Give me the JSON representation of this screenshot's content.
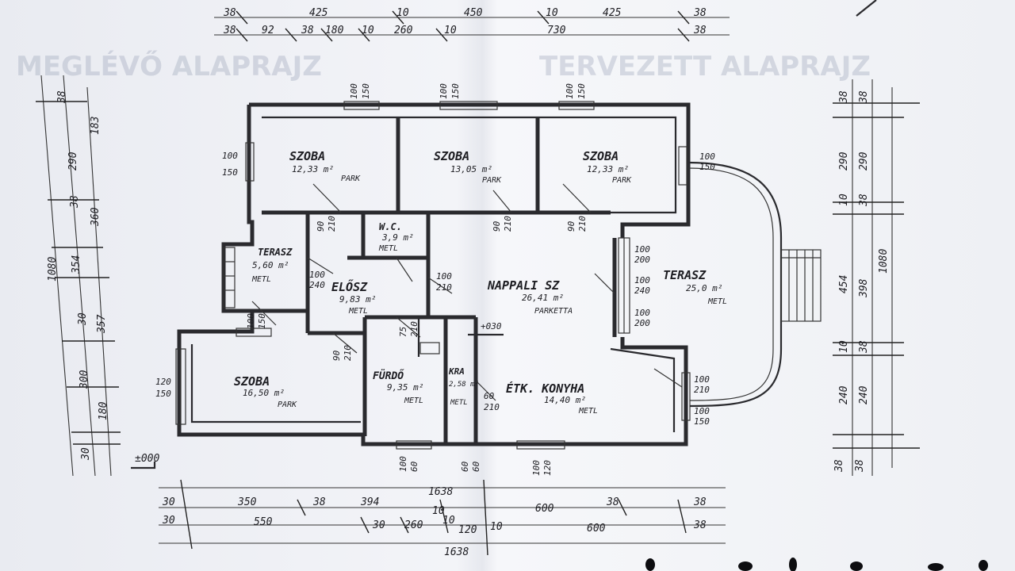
{
  "rooms": [
    {
      "id": "szoba-1",
      "name": "SZOBA",
      "area": "12,33 m²",
      "floor": "PARK"
    },
    {
      "id": "szoba-2",
      "name": "SZOBA",
      "area": "13,05 m²",
      "floor": "PARK"
    },
    {
      "id": "szoba-3",
      "name": "SZOBA",
      "area": "12,33 m²",
      "floor": "PARK"
    },
    {
      "id": "wc",
      "name": "W.C.",
      "area": "3,9 m²",
      "floor": "METL"
    },
    {
      "id": "terasz-small",
      "name": "TERASZ",
      "area": "5,60 m²",
      "floor": "METL"
    },
    {
      "id": "eloszoba",
      "name": "ELŐSZ",
      "area": "9,83 m²",
      "floor": "METL"
    },
    {
      "id": "nappali",
      "name": "NAPPALI SZ",
      "area": "26,41 m²",
      "floor": "PARKETTA"
    },
    {
      "id": "terasz-large",
      "name": "TERASZ",
      "area": "25,0 m²",
      "floor": "METL"
    },
    {
      "id": "szoba-4",
      "name": "SZOBA",
      "area": "16,50 m²",
      "floor": "PARK"
    },
    {
      "id": "furdo",
      "name": "FÜRDŐ",
      "area": "9,35 m²",
      "floor": "METL"
    },
    {
      "id": "kamra",
      "name": "KRA",
      "area": "2,58 m²",
      "floor": "METL"
    },
    {
      "id": "konyha",
      "name": "ÉTK. KONYHA",
      "area": "14,40 m²",
      "floor": "METL"
    }
  ],
  "dims": {
    "top1": [
      "38",
      "425",
      "10",
      "450",
      "10",
      "425",
      "38"
    ],
    "top2": [
      "38",
      "92",
      "38",
      "180",
      "10",
      "260",
      "10",
      "730",
      "38"
    ],
    "bottom1": [
      "30",
      "350",
      "38",
      "394",
      "10",
      "600",
      "38",
      "38"
    ],
    "bottom_total": "1638",
    "bottom2": [
      "30",
      "550",
      "30",
      "260",
      "10",
      "120",
      "10",
      "600",
      "38"
    ],
    "left": [
      "1080",
      "38",
      "290",
      "183",
      "38",
      "360",
      "354",
      "30",
      "357",
      "300",
      "180",
      "30"
    ],
    "right": [
      "38",
      "38",
      "290",
      "290",
      "10",
      "38",
      "454",
      "398",
      "1080",
      "10",
      "38",
      "240",
      "240",
      "38",
      "38"
    ]
  },
  "openings": [
    "100",
    "150",
    "100",
    "150",
    "100",
    "150",
    "100",
    "150",
    "100",
    "150",
    "90",
    "210",
    "90",
    "210",
    "90",
    "210",
    "100",
    "200",
    "100",
    "240",
    "100",
    "200",
    "100",
    "210",
    "100",
    "150",
    "100",
    "240",
    "120",
    "150",
    "90",
    "210",
    "75",
    "210",
    "100",
    "150",
    "100",
    "210",
    "100",
    "60",
    "60",
    "60",
    "100",
    "120",
    "60",
    "210"
  ],
  "levels": {
    "ground": "±000",
    "floor": "+030"
  },
  "ghost_text": [
    "MEGLÉVŐ ALAPRAJZ",
    "TERVEZETT ALAPRAJZ"
  ]
}
